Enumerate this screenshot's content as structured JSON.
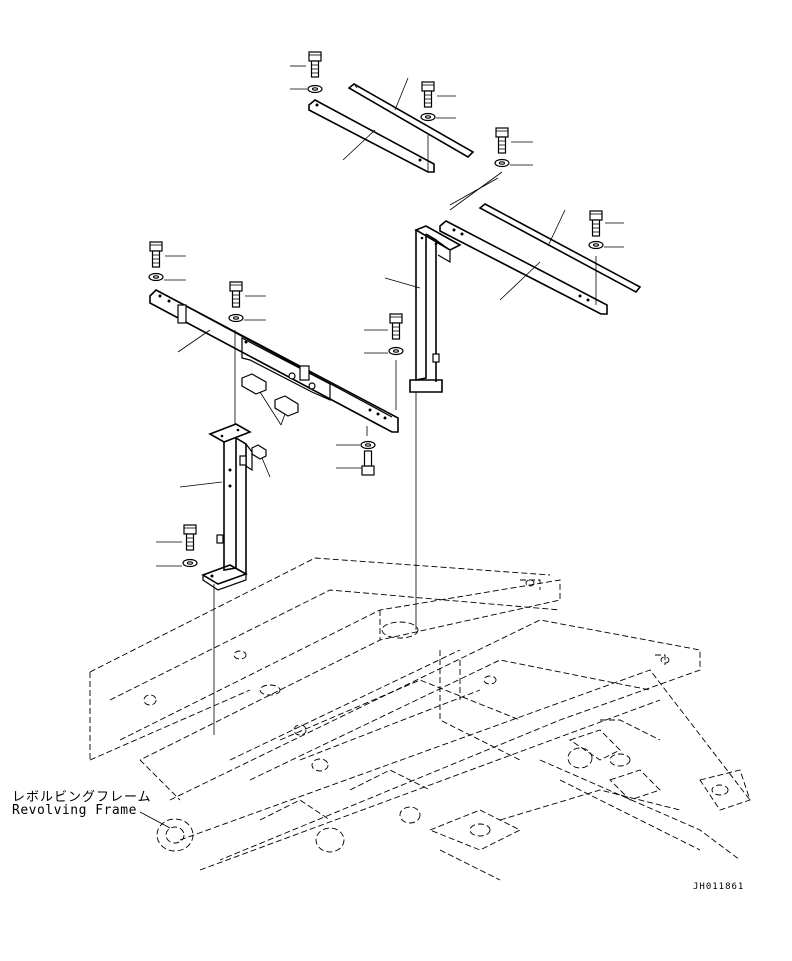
{
  "frame_label": {
    "japanese": "レボルビングフレーム",
    "english": "Revolving Frame"
  },
  "drawing_id": "JH011861"
}
